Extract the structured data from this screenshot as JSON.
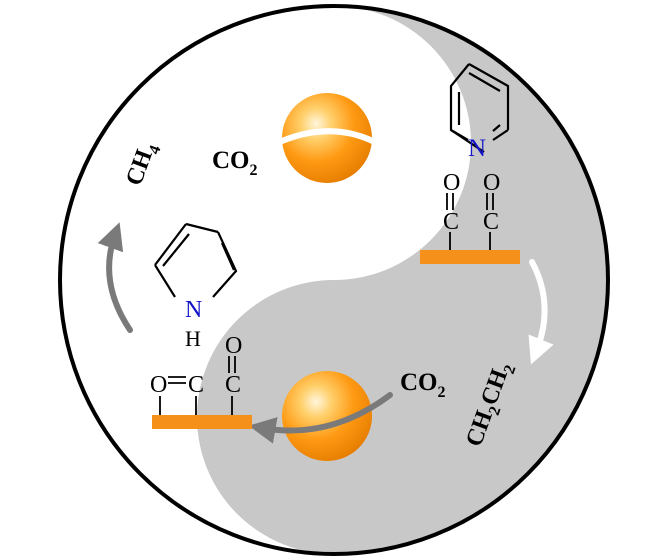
{
  "labels": {
    "co2_top": "CO",
    "co2_top_sub": "2",
    "co2_bottom": "CO",
    "co2_bottom_sub": "2",
    "ch4": "CH",
    "ch4_sub": "4",
    "ethylene_a": "CH",
    "ethylene_a_sub": "2",
    "ethylene_b": "CH",
    "ethylene_b_sub": "2"
  },
  "molecules": {
    "pyridine_n": "N",
    "pyrrole_n": "N",
    "pyrrole_h": "H",
    "co_top_left_o": "O",
    "co_top_left_c": "C",
    "co_top_right_o": "O",
    "co_top_right_c": "C",
    "co_bottom_o1": "O",
    "co_bottom_c1": "C",
    "co_bottom_o2": "O",
    "co_bottom_c2": "C"
  },
  "colors": {
    "gray_region": "#c8c8c8",
    "white_region": "#ffffff",
    "outline": "#000000",
    "sphere_core": "#ff9a14",
    "sphere_highlight": "#ffe8b0",
    "surface_bar": "#f5901a",
    "nitrogen": "#1414c8",
    "arrow_white": "#ffffff",
    "arrow_gray": "#7a7a7a"
  },
  "icons": {
    "top_sphere": "catalyst-sphere",
    "bottom_sphere": "catalyst-sphere",
    "top_surface": "catalyst-surface",
    "bottom_surface": "catalyst-surface"
  }
}
